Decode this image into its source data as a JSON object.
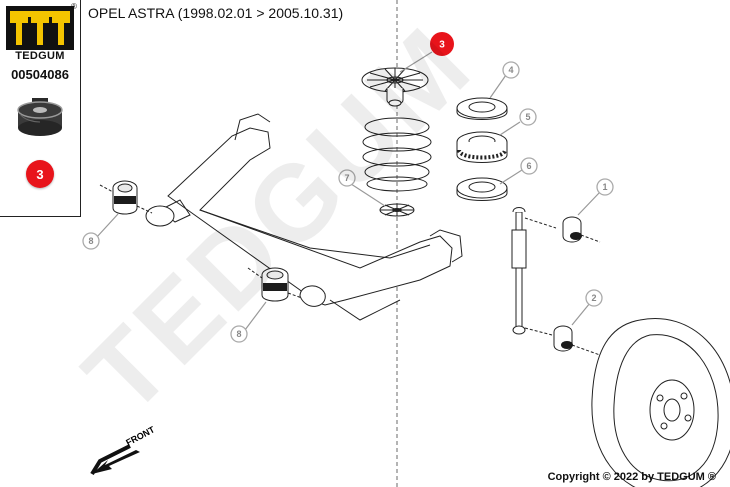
{
  "header": {
    "title": "OPEL ASTRA (1998.02.01 > 2005.10.31)"
  },
  "sidebar": {
    "brand": "TEDGUM",
    "registered": "®",
    "part_number": "00504086",
    "highlight_badge": "3"
  },
  "diagram": {
    "front_label": "FRONT",
    "watermark": "TEDGUM",
    "highlighted_part": "3",
    "callouts": [
      "1",
      "2",
      "4",
      "5",
      "6",
      "7",
      "8",
      "8"
    ],
    "colors": {
      "highlight": "#e8141b",
      "callout_gray": "#aaaaaa",
      "line": "#222222"
    }
  },
  "footer": {
    "copyright": "Copyright © 2022 by TEDGUM ®"
  }
}
